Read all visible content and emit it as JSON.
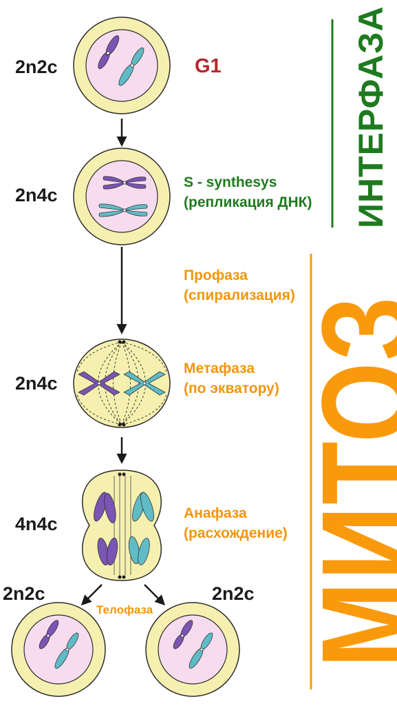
{
  "ploidy": {
    "g1": "2n2c",
    "s": "2n4c",
    "metaphase": "2n4c",
    "anaphase": "4n4c",
    "daughter_left": "2n2c",
    "daughter_right": "2n2c"
  },
  "stages": {
    "g1": "G1",
    "s_line1": "S - synthesys",
    "s_line2": "(репликация ДНК)",
    "prophase_line1": "Профаза",
    "prophase_line2": "(спирализация)",
    "metaphase_line1": "Метафаза",
    "metaphase_line2": "(по экватору)",
    "anaphase_line1": "Анафаза",
    "anaphase_line2": "(расхождение)",
    "telophase": "Телофаза"
  },
  "titles": {
    "interphase": "ИНТЕРФАЗА",
    "mitosis": "МИТОЗ"
  },
  "colors": {
    "interphase": "#1f7a1f",
    "mitosis": "#f99a0d",
    "g1_label": "#b8262a",
    "cell_outer": "#f6f0b0",
    "cell_inner": "#f7dcef",
    "chromosome_purple": "#7a55b3",
    "chromosome_teal": "#5fbcc6"
  }
}
